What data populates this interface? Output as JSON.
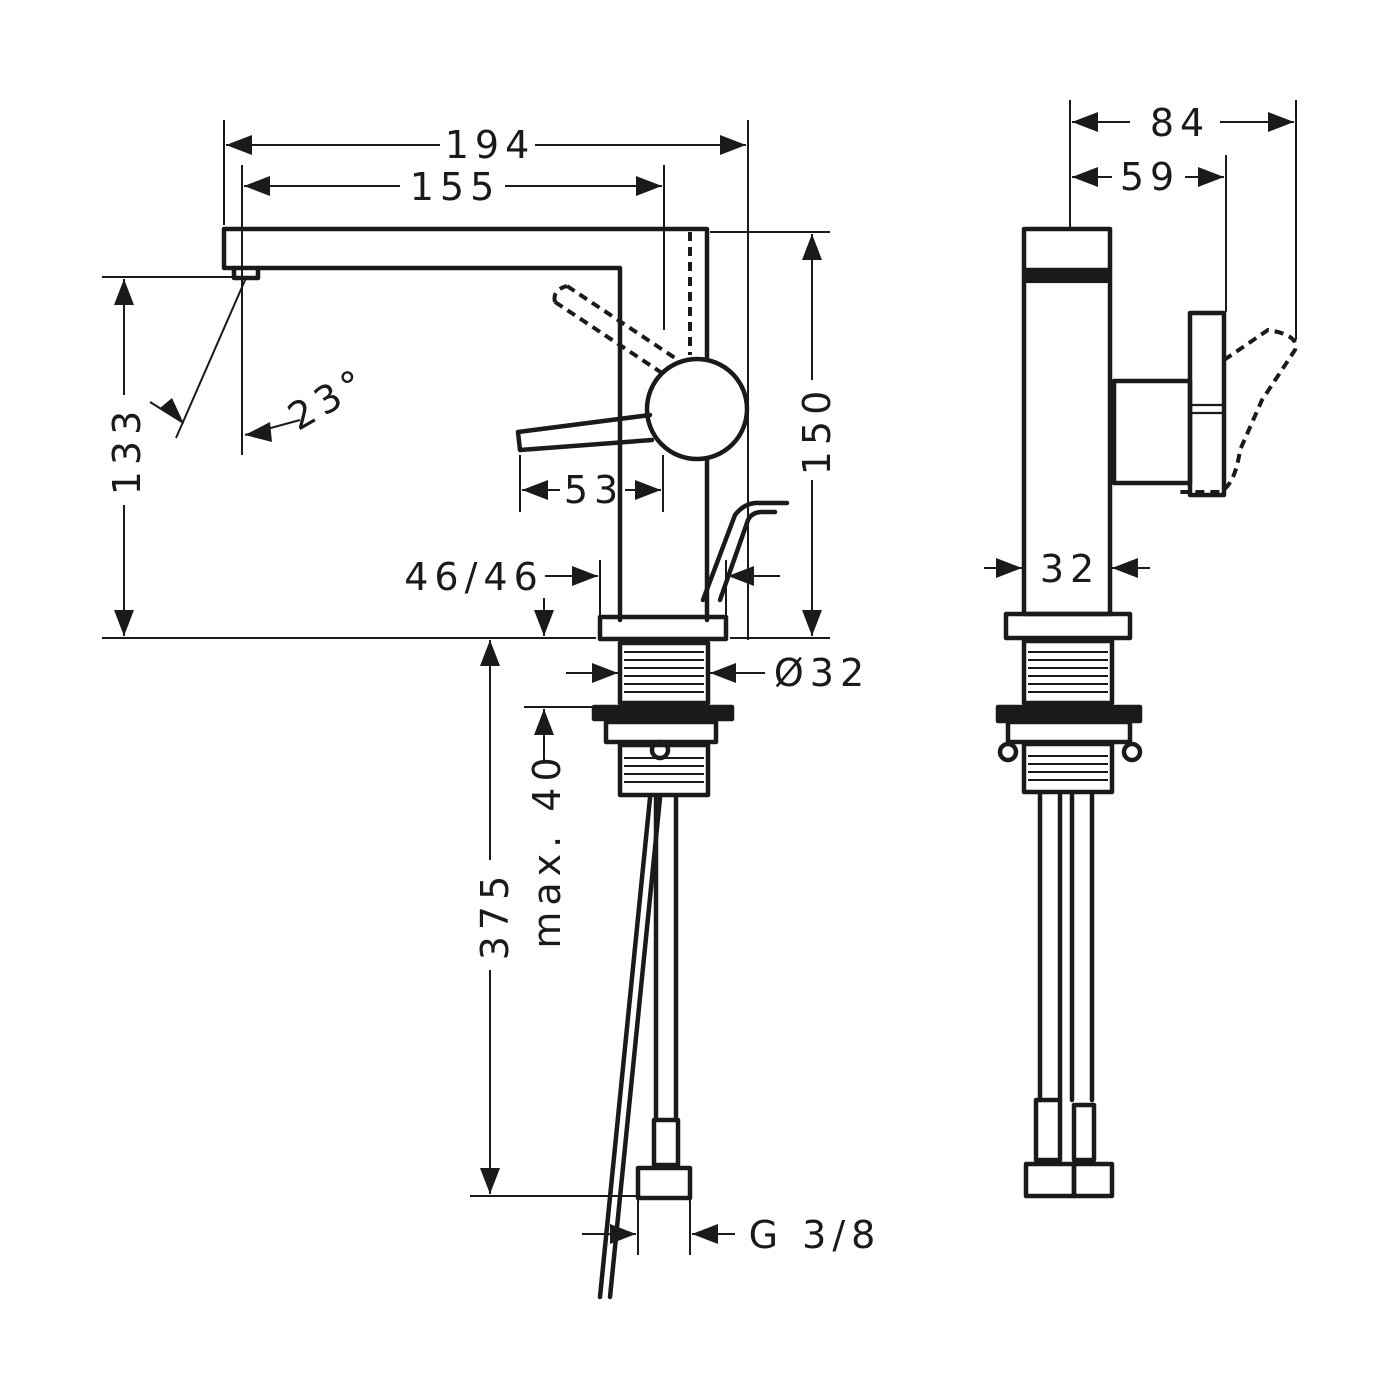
{
  "front_view": {
    "dim_total_width": "194",
    "dim_spout_reach": "155",
    "dim_lever_reach": "53",
    "dim_spout_height": "133",
    "dim_total_height": "150",
    "dim_angle": "23°",
    "dim_deck_thickness": "46/46",
    "dim_shank_diameter": "Ø32",
    "dim_max_thickness": "max. 40",
    "dim_hose_length": "375",
    "dim_connection": "G 3/8"
  },
  "side_view": {
    "dim_depth_total": "84",
    "dim_depth_body": "59",
    "dim_body_width": "32"
  }
}
